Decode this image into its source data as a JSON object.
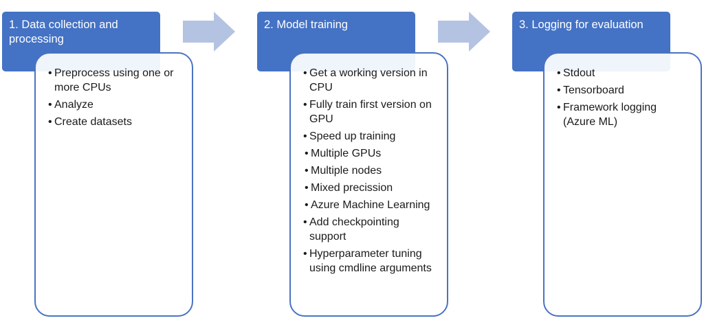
{
  "steps": [
    {
      "title": "1. Data collection and processing",
      "items": [
        {
          "text": "Preprocess using one or more CPUs",
          "level": 1
        },
        {
          "text": "Analyze",
          "level": 1
        },
        {
          "text": "Create datasets",
          "level": 1
        }
      ]
    },
    {
      "title": "2. Model training",
      "items": [
        {
          "text": "Get a working version in CPU",
          "level": 1
        },
        {
          "text": "Fully train first version on GPU",
          "level": 1
        },
        {
          "text": "Speed up training",
          "level": 1
        },
        {
          "text": "Multiple GPUs",
          "level": 2
        },
        {
          "text": "Multiple nodes",
          "level": 2
        },
        {
          "text": "Mixed precission",
          "level": 2
        },
        {
          "text": "Azure Machine Learning",
          "level": 2
        },
        {
          "text": "Add checkpointing support",
          "level": 1
        },
        {
          "text": "Hyperparameter tuning using cmdline arguments",
          "level": 1
        }
      ]
    },
    {
      "title": "3. Logging for evaluation",
      "items": [
        {
          "text": "Stdout",
          "level": 1
        },
        {
          "text": "Tensorboard",
          "level": 1
        },
        {
          "text": "Framework logging (Azure ML)",
          "level": 1
        }
      ]
    }
  ],
  "colors": {
    "header": "#4472c4",
    "card_border": "#4a73c0",
    "arrow": "#b4c3e2"
  }
}
